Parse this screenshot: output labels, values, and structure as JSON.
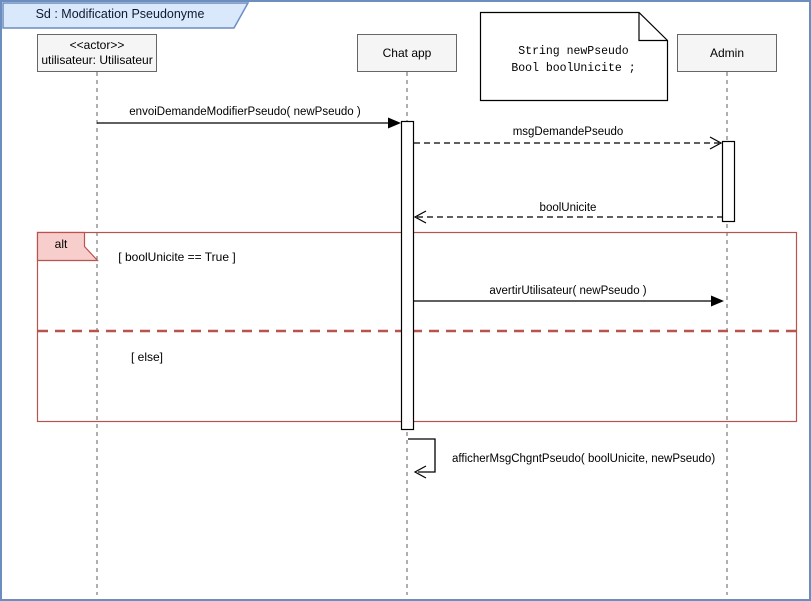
{
  "frame": {
    "title": "Sd : Modification Pseudonyme"
  },
  "colors": {
    "frame_border": "#6c8ebf",
    "tab_fill": "#dae8fc",
    "tab_border": "#6c8ebf",
    "fragment_fill": "#f8cecc",
    "fragment_border": "#b85450",
    "participant_fill": "#f5f5f5",
    "participant_border": "#666666",
    "line_color": "#000000"
  },
  "participants": [
    {
      "id": "utilisateur",
      "stereotype": "<<actor>>",
      "label": "utilisateur: Utilisateur"
    },
    {
      "id": "chat-app",
      "stereotype": "",
      "label": "Chat app"
    },
    {
      "id": "admin",
      "stereotype": "",
      "label": "Admin"
    }
  ],
  "note": {
    "lines": [
      "String newPseudo",
      "Bool boolUnicite ;"
    ]
  },
  "messages": [
    {
      "label": "envoiDemandeModifierPseudo( newPseudo )",
      "from": "utilisateur",
      "to": "chat-app",
      "style": "solid-filled"
    },
    {
      "label": "msgDemandePseudo",
      "from": "chat-app",
      "to": "admin",
      "style": "dashed-open"
    },
    {
      "label": "boolUnicite",
      "from": "admin",
      "to": "chat-app",
      "style": "dashed-open"
    },
    {
      "label": "avertirUtilisateur( newPseudo )",
      "from": "chat-app",
      "to": "admin",
      "style": "solid-filled"
    },
    {
      "label": "afficherMsgChgntPseudo( boolUnicite, newPseudo)",
      "from": "chat-app",
      "to": "chat-app",
      "style": "self-open"
    }
  ],
  "fragment": {
    "operator": "alt",
    "guard_true": "[ boolUnicite == True ]",
    "guard_else": "[ else]"
  }
}
